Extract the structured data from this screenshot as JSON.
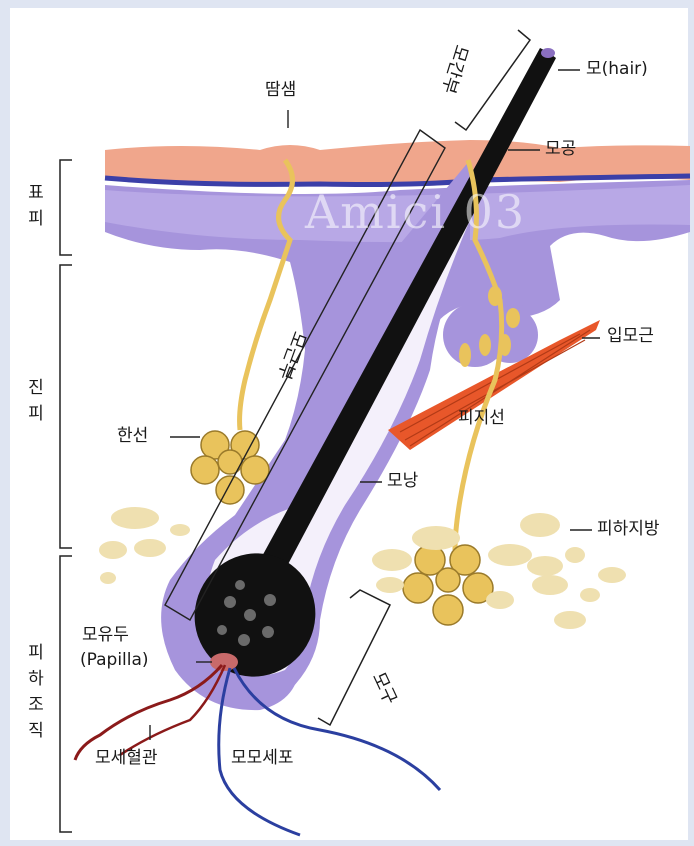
{
  "watermark": "Amici 03",
  "labels": {
    "hair": "모(hair)",
    "pore": "모공",
    "sweat_pore": "땀샘",
    "hair_shaft": "모간부",
    "hair_root": "모근부",
    "arrector_pili": "입모근",
    "sebaceous_gland": "피지선",
    "sweat_gland": "한선",
    "follicle": "모낭",
    "subcutaneous_fat": "피하지방",
    "papilla_ko": "모유두",
    "papilla_en": "(Papilla)",
    "hair_bulb": "모구",
    "capillary": "모세혈관",
    "matrix_cells": "모모세포"
  },
  "layers": {
    "epidermis": "표피",
    "dermis": "진피",
    "subcutis": "피하조직"
  },
  "colors": {
    "epidermis_top": "#f0a68c",
    "epidermis_band": "#3b3fa8",
    "dermis": "#a694dc",
    "hair": "#111111",
    "gland": "#e9c35c",
    "fat": "#efe0b0",
    "muscle": "#e8572a",
    "artery": "#8b1a1a",
    "vein": "#2b3fa0"
  }
}
